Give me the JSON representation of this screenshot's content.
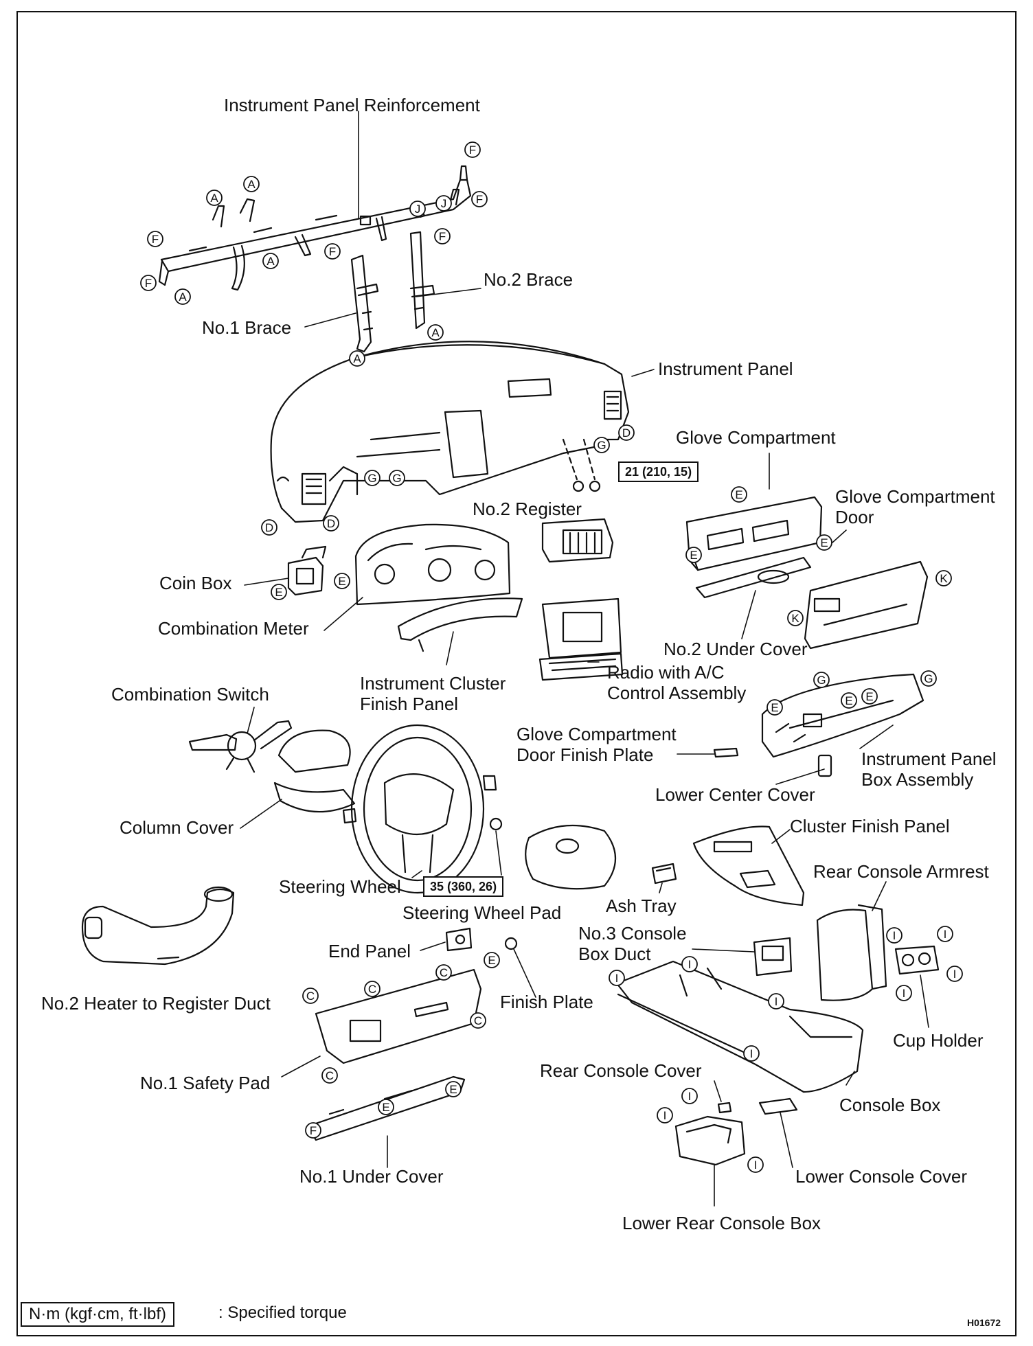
{
  "labels": {
    "reinforcement": "Instrument Panel Reinforcement",
    "no2_brace": "No.2 Brace",
    "no1_brace": "No.1 Brace",
    "instrument_panel": "Instrument Panel",
    "glove_compartment": "Glove Compartment",
    "glove_door": "Glove Compartment\nDoor",
    "no2_register": "No.2 Register",
    "coin_box": "Coin Box",
    "combination_meter": "Combination Meter",
    "no2_under_cover": "No.2 Under Cover",
    "cluster_finish_panel_inst": "Instrument Cluster\nFinish Panel",
    "radio": "Radio with A/C\nControl Assembly",
    "combination_switch": "Combination Switch",
    "glove_door_finish": "Glove Compartment\nDoor Finish Plate",
    "instrument_panel_box": "Instrument Panel\nBox Assembly",
    "lower_center_cover": "Lower Center Cover",
    "column_cover": "Column Cover",
    "cluster_finish_panel": "Cluster Finish Panel",
    "rear_console_armrest": "Rear Console Armrest",
    "steering_wheel": "Steering Wheel",
    "ash_tray": "Ash Tray",
    "steering_wheel_pad": "Steering Wheel Pad",
    "no3_duct": "No.3 Console\nBox Duct",
    "end_panel": "End Panel",
    "heater_duct": "No.2 Heater to Register Duct",
    "finish_plate": "Finish Plate",
    "cup_holder": "Cup Holder",
    "rear_console_cover": "Rear Console Cover",
    "no1_safety_pad": "No.1 Safety Pad",
    "console_box": "Console Box",
    "lower_console_cover": "Lower Console Cover",
    "no1_under_cover": "No.1 Under Cover",
    "lower_rear_console_box": "Lower Rear Console Box"
  },
  "torques": {
    "instrument_panel": "21 (210, 15)",
    "steering_wheel": "35 (360, 26)"
  },
  "legend": {
    "unit": "N·m (kgf·cm, ft·lbf)",
    "text": ": Specified torque"
  },
  "figure_code": "H01672",
  "clip_markers": [
    {
      "letter": "F"
    },
    {
      "letter": "F"
    },
    {
      "letter": "F"
    },
    {
      "letter": "F"
    },
    {
      "letter": "F"
    },
    {
      "letter": "F"
    },
    {
      "letter": "A"
    },
    {
      "letter": "A"
    },
    {
      "letter": "A"
    },
    {
      "letter": "A"
    },
    {
      "letter": "A"
    },
    {
      "letter": "A"
    },
    {
      "letter": "J"
    },
    {
      "letter": "J"
    },
    {
      "letter": "D"
    },
    {
      "letter": "D"
    },
    {
      "letter": "D"
    },
    {
      "letter": "G"
    },
    {
      "letter": "G"
    },
    {
      "letter": "G"
    },
    {
      "letter": "G"
    },
    {
      "letter": "G"
    },
    {
      "letter": "E"
    },
    {
      "letter": "E"
    },
    {
      "letter": "E"
    },
    {
      "letter": "E"
    },
    {
      "letter": "E"
    },
    {
      "letter": "E"
    },
    {
      "letter": "E"
    },
    {
      "letter": "E"
    },
    {
      "letter": "E"
    },
    {
      "letter": "E"
    },
    {
      "letter": "E"
    },
    {
      "letter": "K"
    },
    {
      "letter": "K"
    },
    {
      "letter": "F"
    },
    {
      "letter": "C"
    },
    {
      "letter": "C"
    },
    {
      "letter": "C"
    },
    {
      "letter": "C"
    },
    {
      "letter": "C"
    },
    {
      "letter": "I"
    },
    {
      "letter": "I"
    },
    {
      "letter": "I"
    },
    {
      "letter": "I"
    },
    {
      "letter": "I"
    },
    {
      "letter": "I"
    },
    {
      "letter": "I"
    },
    {
      "letter": "I"
    },
    {
      "letter": "I"
    },
    {
      "letter": "I"
    },
    {
      "letter": "I"
    }
  ]
}
